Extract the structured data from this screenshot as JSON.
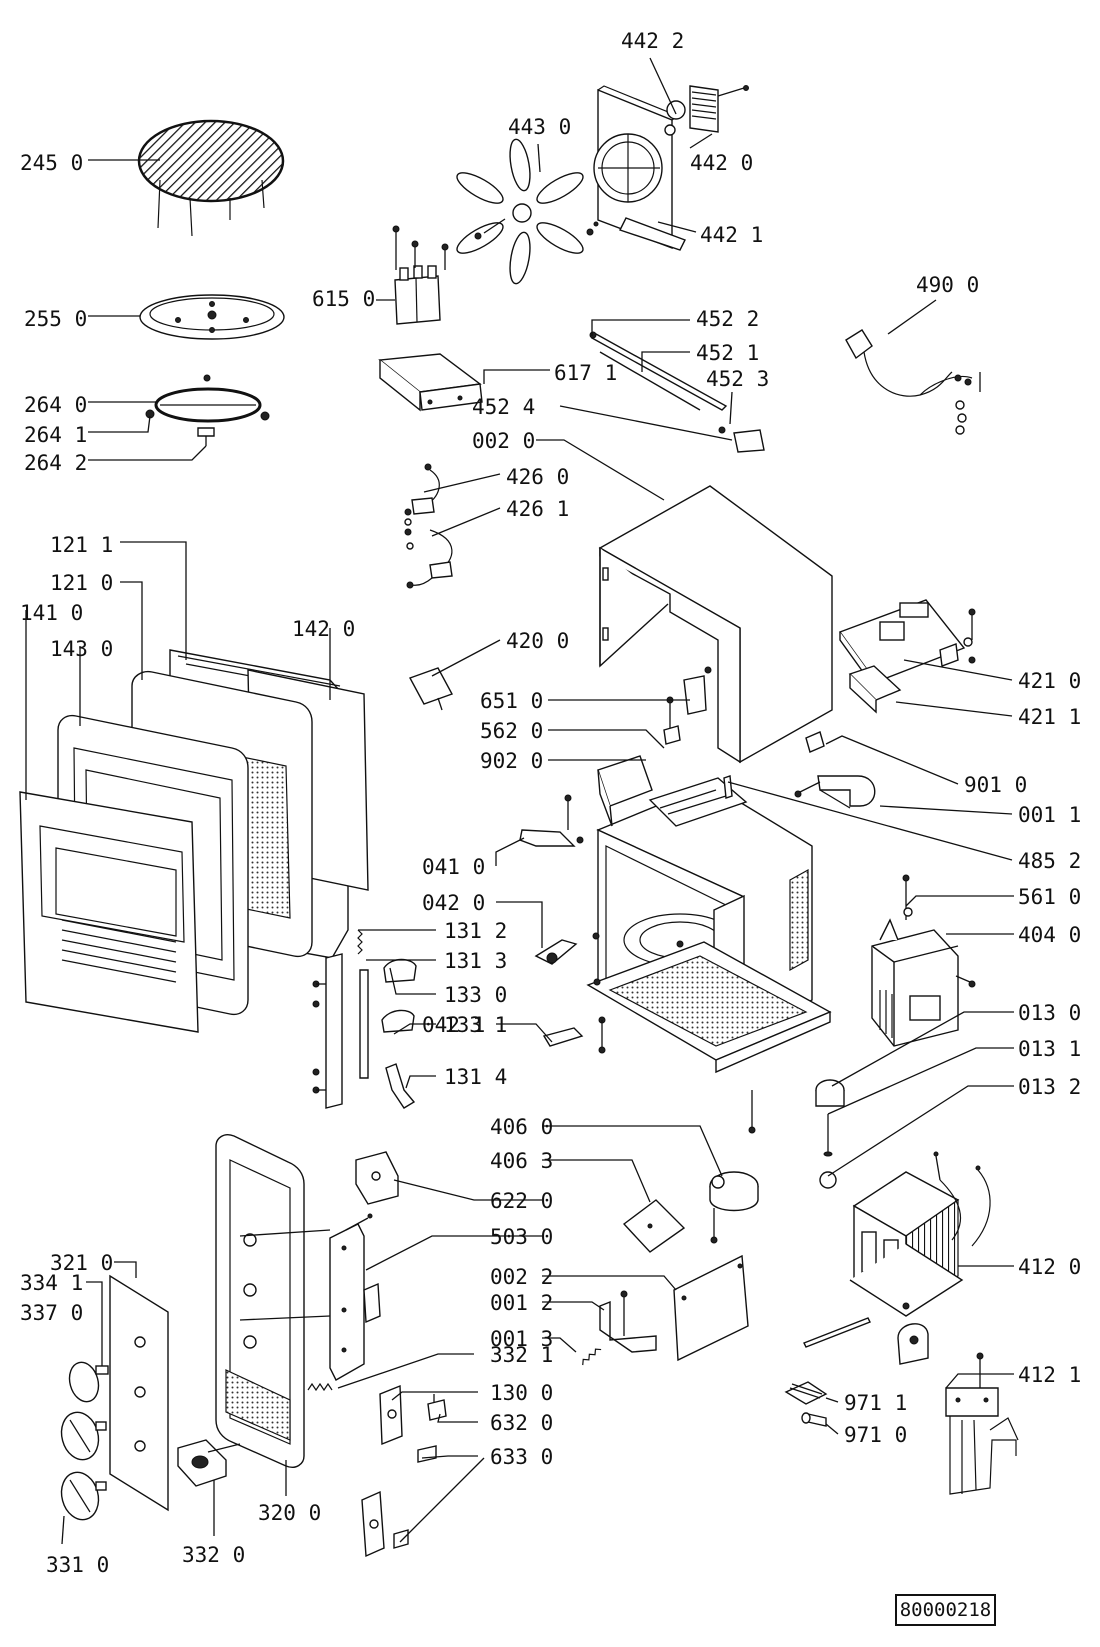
{
  "diagram": {
    "reference_code": "80000218",
    "part_labels": [
      "442 2",
      "443 0",
      "442 0",
      "245 0",
      "442 1",
      "490 0",
      "615 0",
      "255 0",
      "452 2",
      "617 1",
      "452 1",
      "452 3",
      "264 0",
      "452 4",
      "264 1",
      "002 0",
      "264 2",
      "426 0",
      "426 1",
      "121 1",
      "121 0",
      "141 0",
      "142 0",
      "143 0",
      "420 0",
      "421 0",
      "651 0",
      "421 1",
      "562 0",
      "902 0",
      "901 0",
      "001 1",
      "041 0",
      "485 2",
      "042 0",
      "561 0",
      "131 2",
      "404 0",
      "131 3",
      "133 0",
      "133 1",
      "042 1",
      "013 0",
      "131 4",
      "013 1",
      "013 2",
      "406 0",
      "406 3",
      "622 0",
      "321 0",
      "503 0",
      "412 0",
      "334 1",
      "002 2",
      "337 0",
      "001 2",
      "001 3",
      "332 1",
      "130 0",
      "412 1",
      "632 0",
      "971 1",
      "633 0",
      "971 0",
      "320 0",
      "331 0",
      "332 0"
    ]
  }
}
